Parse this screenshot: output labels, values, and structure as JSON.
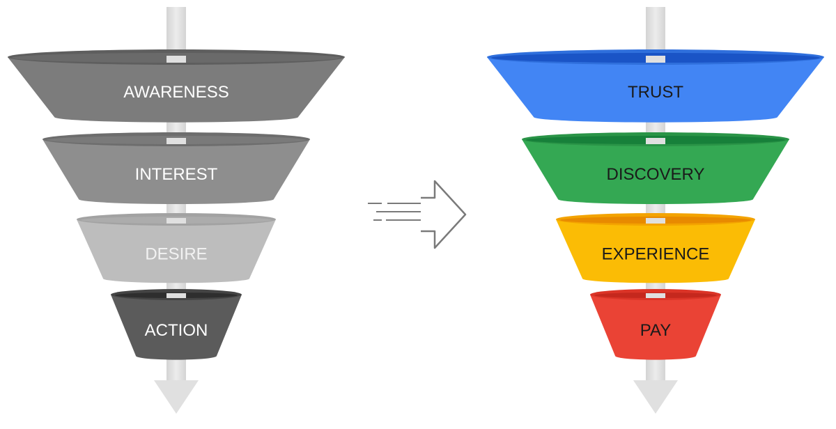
{
  "left_funnel": {
    "stages": [
      {
        "label": "AWARENESS",
        "fill": "#7c7c7c",
        "rim": "#5e5e5e",
        "inner": "#6a6a6a",
        "text_color": "#ffffff"
      },
      {
        "label": "INTEREST",
        "fill": "#8e8e8e",
        "rim": "#6d6d6d",
        "inner": "#7a7a7a",
        "text_color": "#ffffff"
      },
      {
        "label": "DESIRE",
        "fill": "#bdbdbd",
        "rim": "#a2a2a2",
        "inner": "#acacac",
        "text_color": "#f2f2f2"
      },
      {
        "label": "ACTION",
        "fill": "#5b5b5b",
        "rim": "#444444",
        "inner": "#2e2e2e",
        "text_color": "#ffffff"
      }
    ]
  },
  "right_funnel": {
    "stages": [
      {
        "label": "TRUST",
        "fill": "#4285f4",
        "rim": "#2f6fdc",
        "inner": "#1a54c6",
        "text_color": "#1a1a1a"
      },
      {
        "label": "DISCOVERY",
        "fill": "#34a853",
        "rim": "#2a9447",
        "inner": "#17803a",
        "text_color": "#1a1a1a"
      },
      {
        "label": "EXPERIENCE",
        "fill": "#fbbc05",
        "rim": "#f3a300",
        "inner": "#e88a00",
        "text_color": "#1a1a1a"
      },
      {
        "label": "PAY",
        "fill": "#ea4335",
        "rim": "#db3427",
        "inner": "#c5281d",
        "text_color": "#1a1a1a"
      }
    ]
  },
  "colors": {
    "shaft": "#e0e0e0",
    "transition_arrow": "#7a7a7a"
  },
  "icons": {
    "transition": "right-arrow-icon"
  }
}
